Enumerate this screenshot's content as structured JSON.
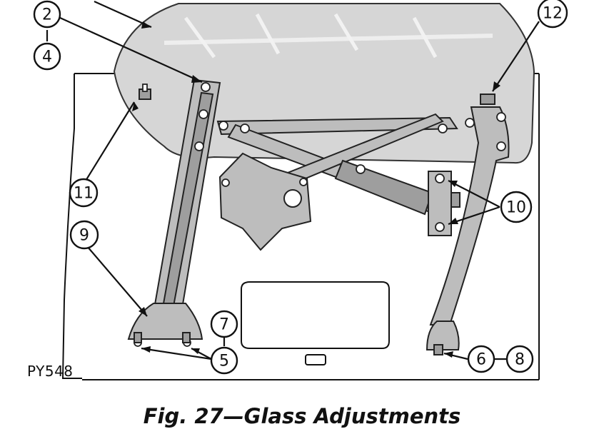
{
  "figure": {
    "caption": "Fig. 27—Glass Adjustments",
    "plate_code": "PY548",
    "callouts": {
      "c2": "2",
      "c4": "4",
      "c12": "12",
      "c11": "11",
      "c9": "9",
      "c10": "10",
      "c7": "7",
      "c5": "5",
      "c6": "6",
      "c8": "8"
    }
  }
}
